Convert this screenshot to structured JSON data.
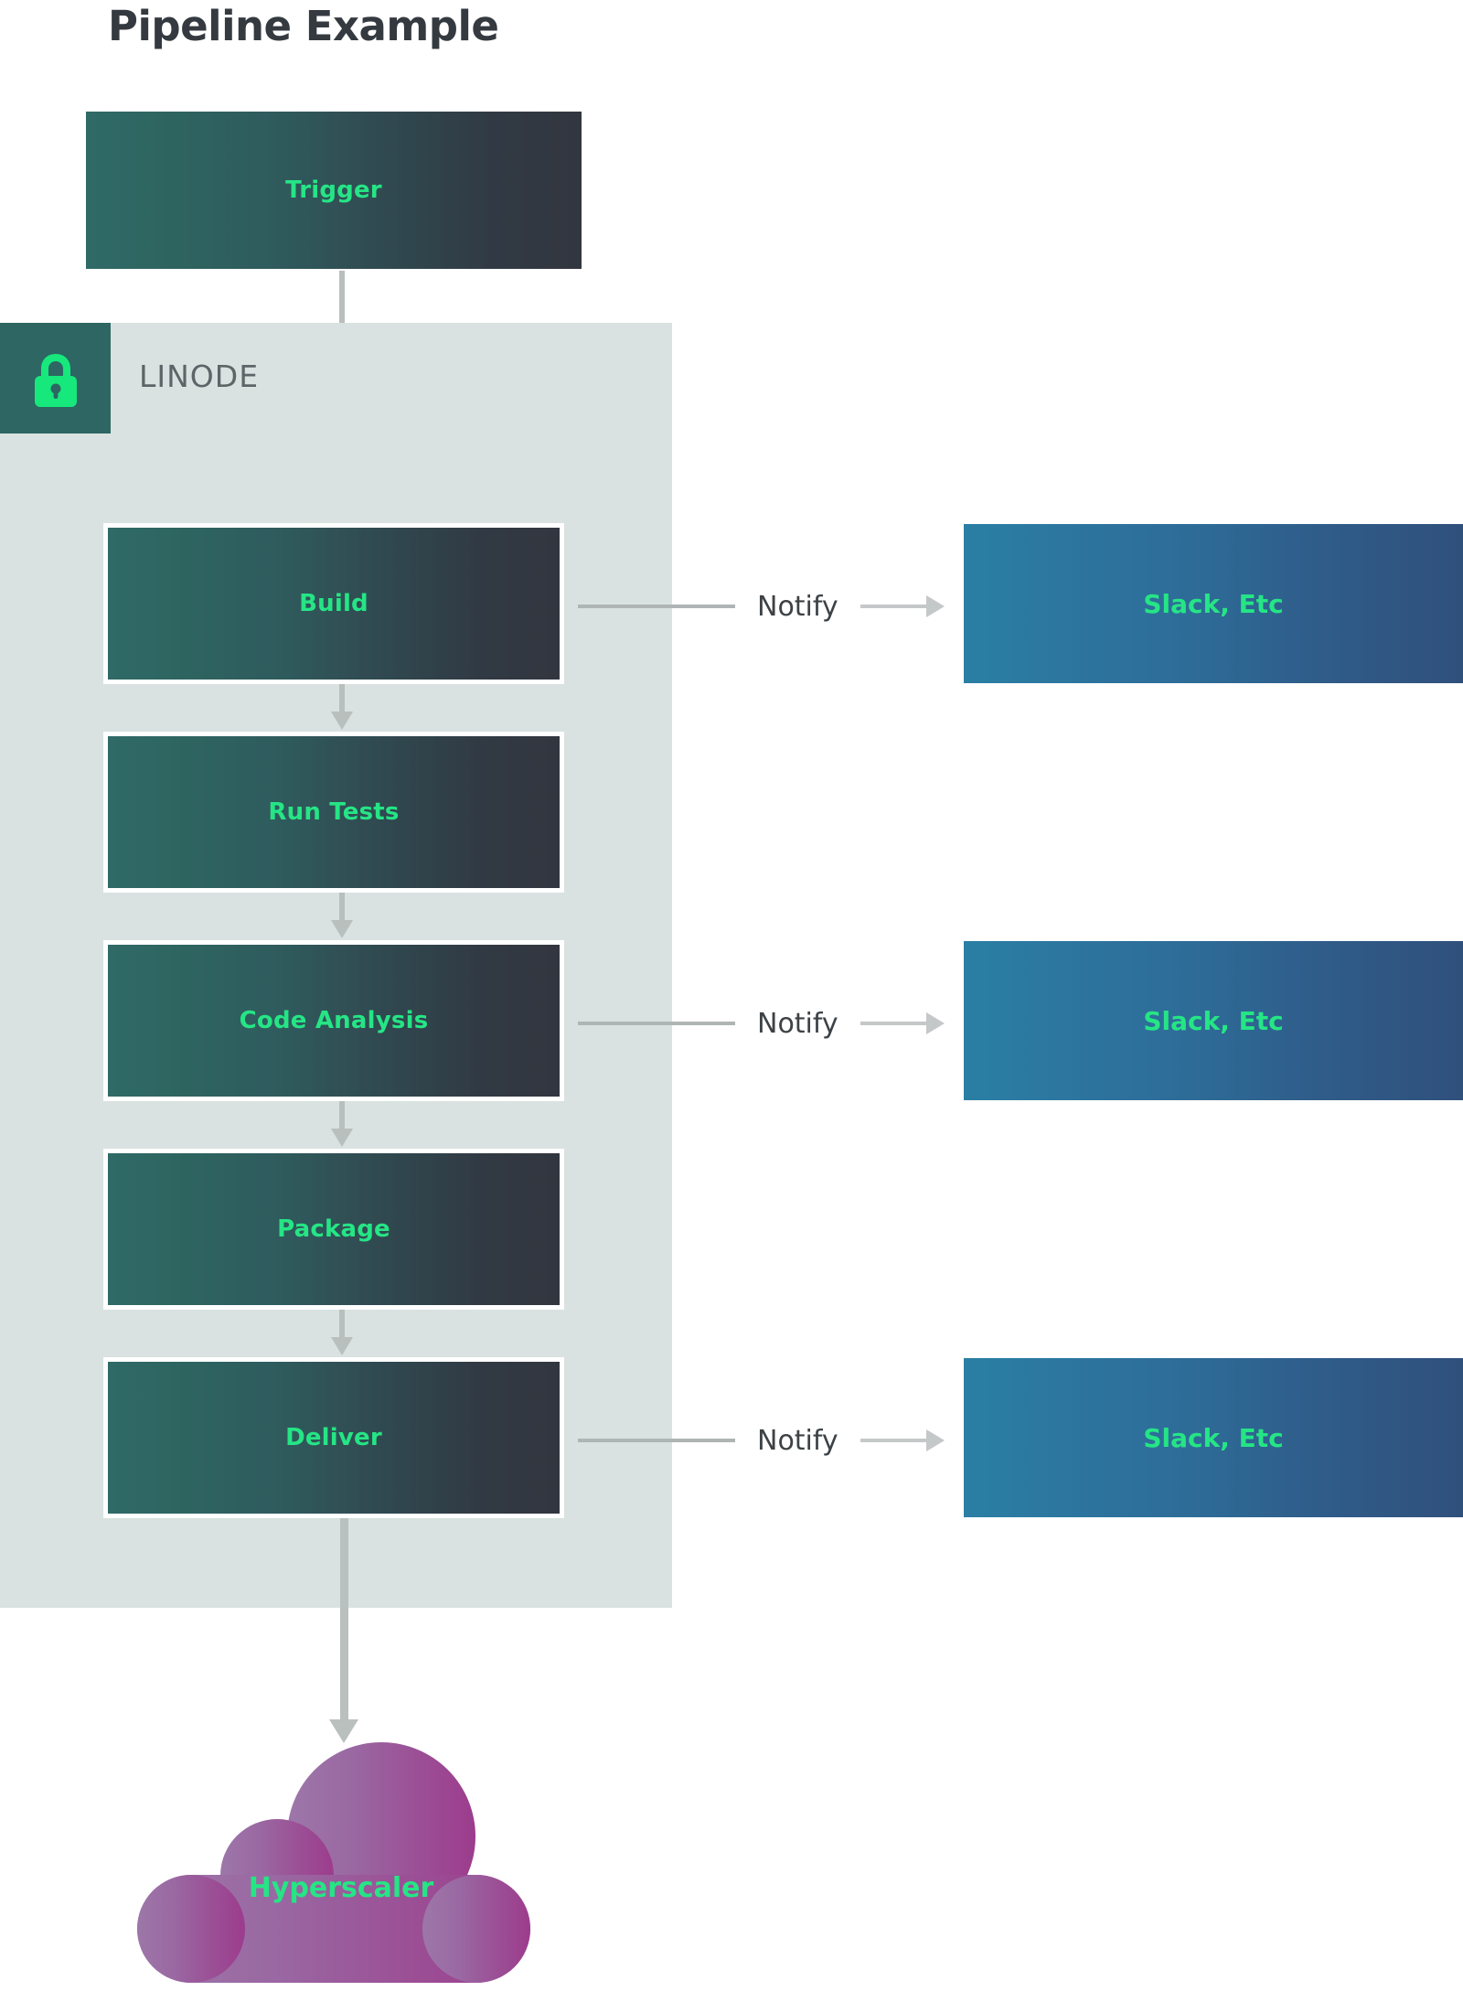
{
  "title": "Pipeline Example",
  "colors": {
    "accent_green": "#25e585",
    "container_bg": "#d9e2e0",
    "badge_teal": "#2d6663",
    "stage_gradient_start": "#2f6a66",
    "stage_gradient_end": "#32363f",
    "slack_gradient_start": "#2a7fa4",
    "slack_gradient_end": "#30507c",
    "cloud_gradient_start": "#9b6fa5",
    "cloud_gradient_end": "#9b3f8d",
    "arrow_gray": "#b8bfbd",
    "title_color": "#343a40",
    "label_gray": "#5d6568"
  },
  "trigger": {
    "label": "Trigger"
  },
  "linode": {
    "label": "LINODE",
    "badge_icon": "lock-icon"
  },
  "stages": [
    {
      "id": "build",
      "label": "Build"
    },
    {
      "id": "run-tests",
      "label": "Run Tests"
    },
    {
      "id": "code-analysis",
      "label": "Code Analysis"
    },
    {
      "id": "package",
      "label": "Package"
    },
    {
      "id": "deliver",
      "label": "Deliver"
    }
  ],
  "notifications": [
    {
      "from": "build",
      "label": "Notify",
      "target": "Slack, Etc"
    },
    {
      "from": "code-analysis",
      "label": "Notify",
      "target": "Slack, Etc"
    },
    {
      "from": "deliver",
      "label": "Notify",
      "target": "Slack, Etc"
    }
  ],
  "cloud": {
    "label": "Hyperscaler"
  }
}
